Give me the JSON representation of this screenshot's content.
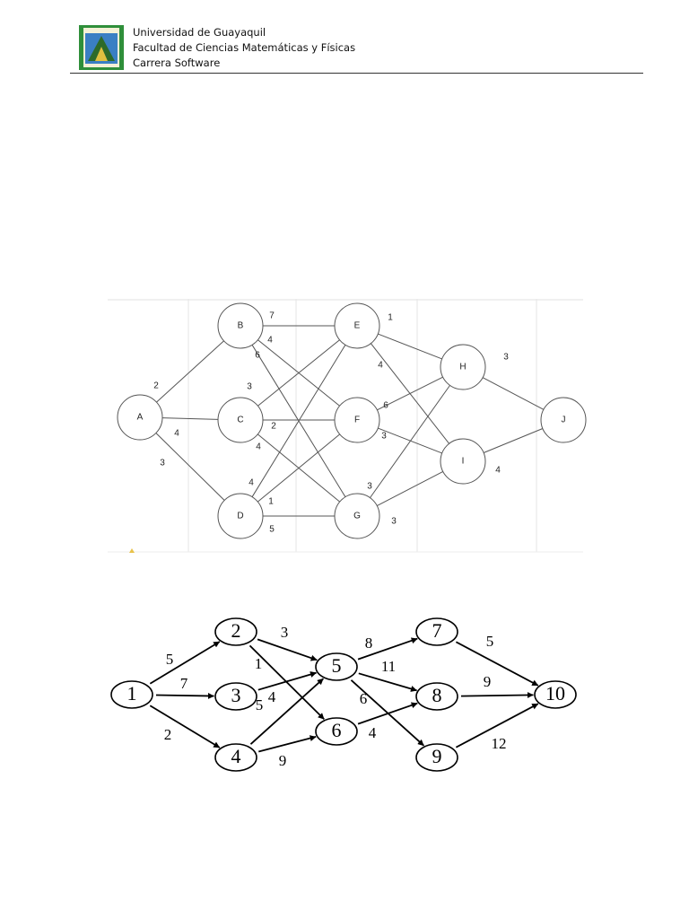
{
  "header": {
    "line1": "Universidad de Guayaquil",
    "line2": "Facultad de Ciencias Matemáticas y Físicas",
    "line3": "Carrera Software"
  },
  "graph1": {
    "nodes": [
      "A",
      "B",
      "C",
      "D",
      "E",
      "F",
      "G",
      "H",
      "I",
      "J"
    ],
    "edges": [
      {
        "from": "A",
        "to": "B",
        "w": "2"
      },
      {
        "from": "A",
        "to": "C",
        "w": "4"
      },
      {
        "from": "A",
        "to": "D",
        "w": "3"
      },
      {
        "from": "B",
        "to": "E",
        "w": "7"
      },
      {
        "from": "B",
        "to": "F",
        "w": "4"
      },
      {
        "from": "B",
        "to": "G",
        "w": "6"
      },
      {
        "from": "C",
        "to": "E",
        "w": "3"
      },
      {
        "from": "C",
        "to": "F",
        "w": "2"
      },
      {
        "from": "C",
        "to": "G",
        "w": "4"
      },
      {
        "from": "D",
        "to": "E",
        "w": "4"
      },
      {
        "from": "D",
        "to": "F",
        "w": "1"
      },
      {
        "from": "D",
        "to": "G",
        "w": "5"
      },
      {
        "from": "E",
        "to": "H",
        "w": "1"
      },
      {
        "from": "E",
        "to": "I",
        "w": "4"
      },
      {
        "from": "F",
        "to": "H",
        "w": "6"
      },
      {
        "from": "F",
        "to": "I",
        "w": "3"
      },
      {
        "from": "G",
        "to": "H",
        "w": "3"
      },
      {
        "from": "G",
        "to": "I",
        "w": "3"
      },
      {
        "from": "H",
        "to": "J",
        "w": "3"
      },
      {
        "from": "I",
        "to": "J",
        "w": "4"
      }
    ]
  },
  "graph2": {
    "nodes": [
      "1",
      "2",
      "3",
      "4",
      "5",
      "6",
      "7",
      "8",
      "9",
      "10"
    ],
    "edges": [
      {
        "from": "1",
        "to": "2",
        "w": "5"
      },
      {
        "from": "1",
        "to": "3",
        "w": "7"
      },
      {
        "from": "1",
        "to": "4",
        "w": "2"
      },
      {
        "from": "2",
        "to": "5",
        "w": "3"
      },
      {
        "from": "2",
        "to": "6",
        "w": "1"
      },
      {
        "from": "3",
        "to": "5",
        "w": "4"
      },
      {
        "from": "4",
        "to": "5",
        "w": "5"
      },
      {
        "from": "4",
        "to": "6",
        "w": "9"
      },
      {
        "from": "5",
        "to": "7",
        "w": "8"
      },
      {
        "from": "5",
        "to": "8",
        "w": "11"
      },
      {
        "from": "5",
        "to": "9",
        "w": "6"
      },
      {
        "from": "6",
        "to": "8",
        "w": "4"
      },
      {
        "from": "7",
        "to": "10",
        "w": "5"
      },
      {
        "from": "8",
        "to": "10",
        "w": "9"
      },
      {
        "from": "9",
        "to": "10",
        "w": "12"
      }
    ]
  }
}
